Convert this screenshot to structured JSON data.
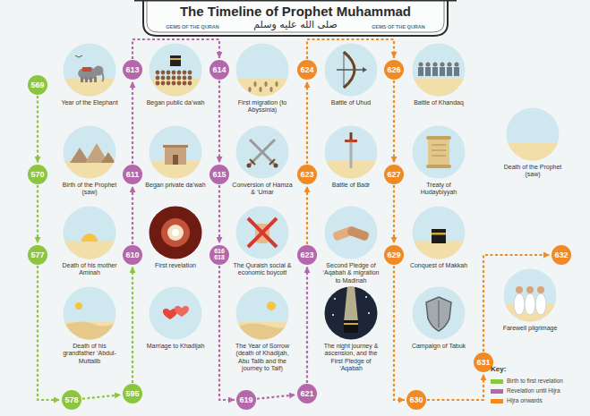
{
  "diagram": {
    "title": "The Timeline of Prophet Muhammad",
    "nodes": [
      {
        "text": [
          "569"
        ]
      },
      {
        "text": [
          "Year of the Elephant"
        ]
      },
      {
        "text": [
          "570"
        ]
      },
      {
        "text": [
          "Birth of the Prophet (saw)"
        ]
      },
      {
        "text": [
          "577"
        ]
      },
      {
        "text": [
          "Death of his mother Aminah"
        ]
      },
      {
        "text": [
          "578"
        ]
      },
      {
        "text": [
          "Death of his grandfather ‘Abdul-Muttalib"
        ]
      },
      {
        "text": [
          "595"
        ]
      },
      {
        "text": [
          "Marriage to Khadijah"
        ]
      },
      {
        "text": [
          "610"
        ]
      },
      {
        "text": [
          "First revelation"
        ]
      },
      {
        "text": [
          "611"
        ]
      },
      {
        "text": [
          "Began private da’wah"
        ]
      },
      {
        "text": [
          "613"
        ]
      },
      {
        "text": [
          "Began public da’wah"
        ]
      },
      {
        "text": [
          "614"
        ]
      },
      {
        "text": [
          "First migration (to Abyssinia)"
        ]
      },
      {
        "text": [
          "615"
        ]
      },
      {
        "text": [
          "Conversion of Hamza & ‘Umar"
        ]
      },
      {
        "text": [
          "616 618"
        ]
      },
      {
        "text": [
          "The Quraish social & economic boycott"
        ]
      },
      {
        "text": [
          "619"
        ]
      },
      {
        "text": [
          "The Year of Sorrow (death of Khadijah, Abu Talib and the journey to Taif)"
        ]
      },
      {
        "text": [
          "621"
        ]
      },
      {
        "text": [
          "The night journey & ascension, and the First Pledge of ‘Aqabah"
        ]
      },
      {
        "text": [
          "623"
        ]
      },
      {
        "text": [
          "Second Pledge of ‘Aqabah & migration to Madinah"
        ]
      },
      {
        "text": [
          "623"
        ]
      },
      {
        "text": [
          "Battle of Badr"
        ]
      },
      {
        "text": [
          "624"
        ]
      },
      {
        "text": [
          "Battle of Uhud"
        ]
      },
      {
        "text": [
          "626"
        ]
      },
      {
        "text": [
          "Battle of Khandaq"
        ]
      },
      {
        "text": [
          "627"
        ]
      },
      {
        "text": [
          "Treaty of Hudaybiyyah"
        ]
      },
      {
        "text": [
          "629"
        ]
      },
      {
        "text": [
          "Conquest of Makkah"
        ]
      },
      {
        "text": [
          "630"
        ]
      },
      {
        "text": [
          "Campaign of Tabuk"
        ]
      },
      {
        "text": [
          "631"
        ]
      },
      {
        "text": [
          "Farewell pilgrimage"
        ]
      },
      {
        "text": [
          "632"
        ]
      },
      {
        "text": [
          "Death of the Prophet (saw)"
        ]
      }
    ],
    "edges": [
      {
        "from": 0,
        "to": 2,
        "arrow": "to"
      },
      {
        "from": 2,
        "to": 4,
        "arrow": "to"
      },
      {
        "from": 4,
        "to": 6,
        "arrow": "to"
      },
      {
        "from": 6,
        "to": 8,
        "arrow": "to"
      },
      {
        "from": 8,
        "to": 10,
        "arrow": "to"
      },
      {
        "from": 10,
        "to": 12,
        "arrow": "to"
      },
      {
        "from": 12,
        "to": 14,
        "arrow": "to"
      },
      {
        "from": 14,
        "to": 16,
        "arrow": "to"
      },
      {
        "from": 16,
        "to": 18,
        "arrow": "to"
      },
      {
        "from": 18,
        "to": 20,
        "arrow": "to"
      },
      {
        "from": 20,
        "to": 22,
        "arrow": "to"
      },
      {
        "from": 22,
        "to": 24,
        "arrow": "to"
      },
      {
        "from": 24,
        "to": 26,
        "arrow": "to"
      },
      {
        "from": 26,
        "to": 28,
        "arrow": "to"
      },
      {
        "from": 28,
        "to": 30,
        "arrow": "to"
      },
      {
        "from": 30,
        "to": 32,
        "arrow": "to"
      },
      {
        "from": 32,
        "to": 34,
        "arrow": "to"
      },
      {
        "from": 34,
        "to": 36,
        "arrow": "to"
      },
      {
        "from": 36,
        "to": 38,
        "arrow": "to"
      },
      {
        "from": 38,
        "to": 40,
        "arrow": "to"
      },
      {
        "from": 40,
        "to": 42,
        "arrow": "to"
      }
    ],
    "labels": [
      "GEMS OF THE QURAN",
      "صلى الله عليه وسلم",
      "GEMS OF THE QURAN",
      "Key:"
    ],
    "legend": [
      {
        "text": "Birth to first revelation",
        "color": "#8cc63e"
      },
      {
        "text": "Revelation until Hijra",
        "color": "#b467aa"
      },
      {
        "text": "Hijra onwards",
        "color": "#f08a24"
      }
    ]
  }
}
